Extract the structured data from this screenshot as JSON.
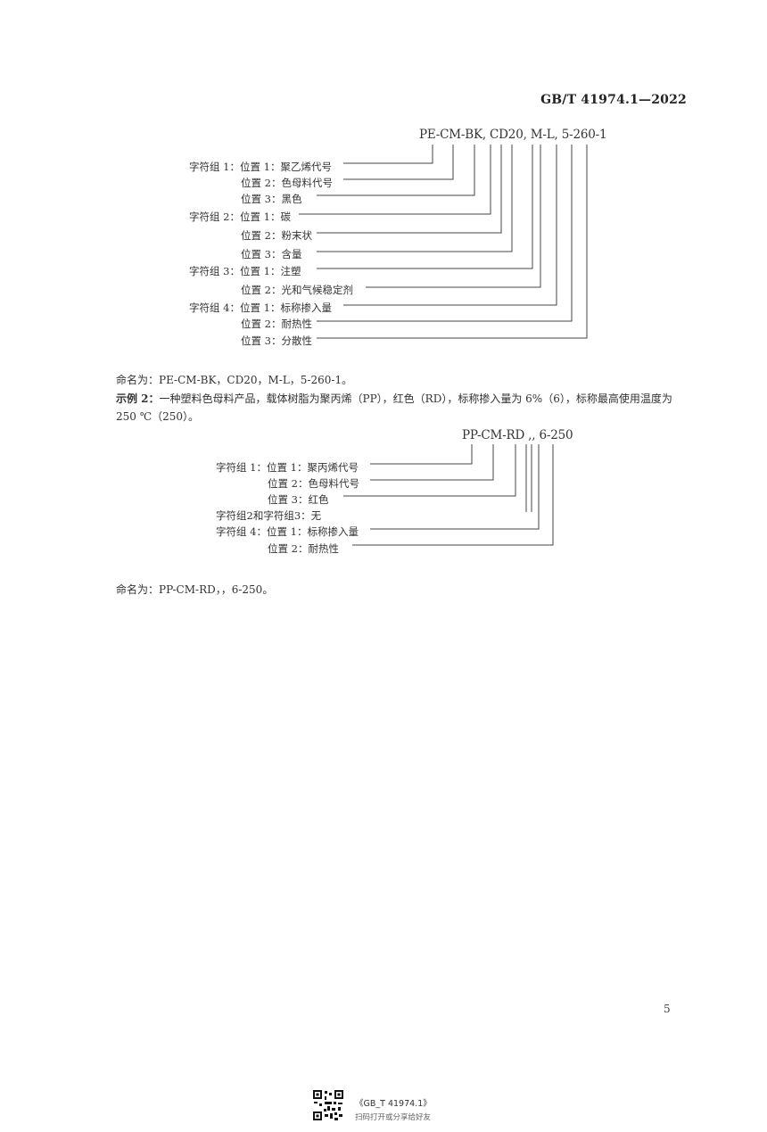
{
  "header": {
    "standard_number": "GB/T  41974.1—2022"
  },
  "example1": {
    "code": "PE-CM-BK, CD20, M-L, 5-260-1",
    "labels": [
      "字符组 1：位置 1：聚乙烯代号",
      "位置 2：色母料代号",
      "位置 3：黑色",
      "字符组 2：位置 1：碳",
      "位置 2：粉末状",
      "位置 3：含量",
      "字符组 3：位置 1：注塑",
      "位置 2：光和气候稳定剂",
      "字符组 4：位置 1：标称掺入量",
      "位置 2：耐热性",
      "位置 3：分散性"
    ],
    "naming": "命名为：PE-CM-BK，CD20，M-L，5-260-1。"
  },
  "example2": {
    "heading": "示例 2：",
    "description_line1": "一种塑料色母料产品，载体树脂为聚丙烯（PP），红色（RD），标称掺入量为 6%（6），标称最高使用温度为",
    "description_line2": "250 ℃（250）。",
    "code": "PP-CM-RD ,, 6-250",
    "labels": [
      "字符组 1：位置 1：聚丙烯代号",
      "位置 2：色母料代号",
      "位置 3：红色",
      "字符组2和字符组3：无",
      "字符组 4：位置 1：标称掺入量",
      "位置 2：耐热性"
    ],
    "naming": "命名为：PP-CM-RD，，6-250。"
  },
  "page_number": "5",
  "footer": {
    "title": "《GB_T 41974.1》",
    "hint": "扫码打开或分享给好友"
  }
}
